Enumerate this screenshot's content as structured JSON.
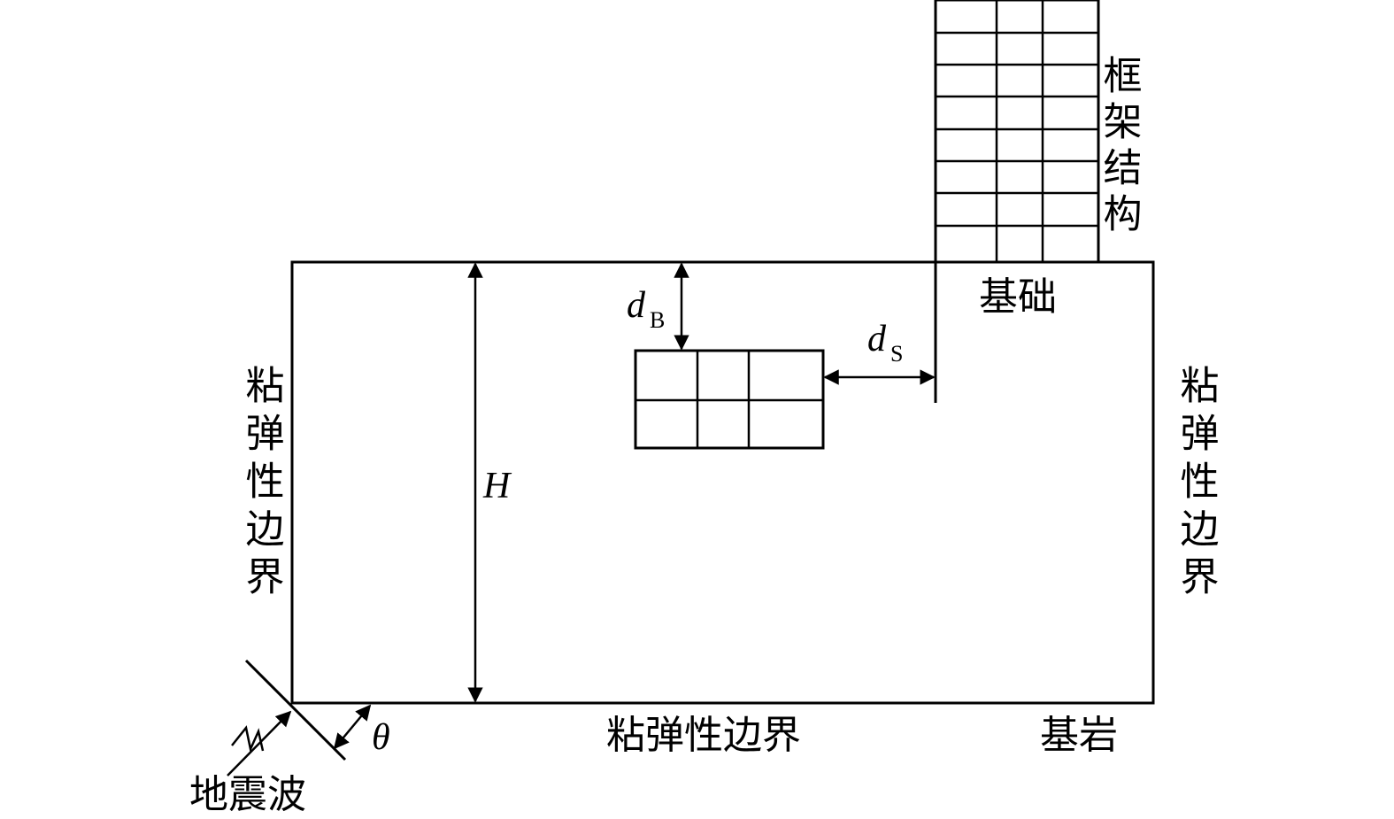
{
  "labels": {
    "frame_structure": "框架结构",
    "foundation": "基础",
    "left_boundary": "粘弹性边界",
    "right_boundary": "粘弹性边界",
    "bottom_boundary": "粘弹性边界",
    "bedrock": "基岩",
    "seismic_wave": "地震波",
    "height": "H",
    "angle": "θ",
    "depth_base": "d",
    "depth_base_sub": "B",
    "distance_base": "d",
    "distance_base_sub": "S"
  }
}
